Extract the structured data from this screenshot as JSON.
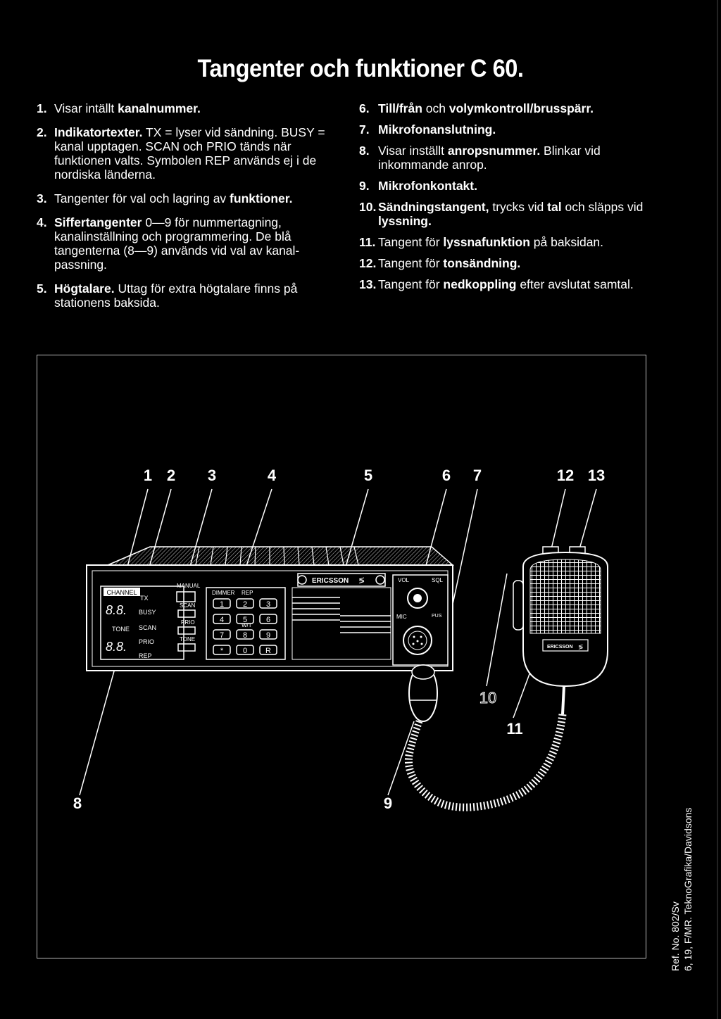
{
  "title": "Tangenter och funktioner C 60.",
  "left_items": [
    {
      "n": "1.",
      "parts": [
        [
          "Visar intällt ",
          false
        ],
        [
          "kanalnummer.",
          true
        ]
      ]
    },
    {
      "n": "2.",
      "parts": [
        [
          "Indikatortexter.",
          true
        ],
        [
          " TX = lyser vid sändning. BUSY = kanal upptagen. SCAN och PRIO tänds när funktionen valts. Symbolen REP används ej i de nordiska länderna.",
          false
        ]
      ]
    },
    {
      "n": "3.",
      "parts": [
        [
          "Tangenter för val och lagring av ",
          false
        ],
        [
          "funktioner.",
          true
        ]
      ]
    },
    {
      "n": "4.",
      "parts": [
        [
          "Siffertangenter",
          true
        ],
        [
          " 0—9 för nummertagning, kanalinställning och programmering. De blå tangenterna (8—9) används vid val av kanal-passning.",
          false
        ]
      ]
    },
    {
      "n": "5.",
      "parts": [
        [
          "Högtalare.",
          true
        ],
        [
          " Uttag för extra högtalare finns på stationens baksida.",
          false
        ]
      ]
    }
  ],
  "right_items": [
    {
      "n": "6.",
      "parts": [
        [
          "Till/från",
          true
        ],
        [
          " och ",
          false
        ],
        [
          "volymkontroll/brusspärr.",
          true
        ]
      ]
    },
    {
      "n": "7.",
      "parts": [
        [
          "Mikrofonanslutning.",
          true
        ]
      ]
    },
    {
      "n": "8.",
      "parts": [
        [
          "Visar inställt ",
          false
        ],
        [
          "anropsnummer.",
          true
        ],
        [
          " Blinkar vid inkommande anrop.",
          false
        ]
      ]
    },
    {
      "n": "9.",
      "parts": [
        [
          "Mikrofonkontakt.",
          true
        ]
      ]
    },
    {
      "n": "10.",
      "parts": [
        [
          "Sändningstangent,",
          true
        ],
        [
          " trycks vid ",
          false
        ],
        [
          "tal",
          true
        ],
        [
          " och släpps vid ",
          false
        ],
        [
          "lyssning.",
          true
        ]
      ]
    },
    {
      "n": "11.",
      "parts": [
        [
          "Tangent för ",
          false
        ],
        [
          "lyssnafunktion",
          true
        ],
        [
          " på baksidan.",
          false
        ]
      ]
    },
    {
      "n": "12.",
      "parts": [
        [
          "Tangent för ",
          false
        ],
        [
          "tonsändning.",
          true
        ]
      ]
    },
    {
      "n": "13.",
      "parts": [
        [
          "Tangent för ",
          false
        ],
        [
          "nedkoppling",
          true
        ],
        [
          " efter avslutat samtal.",
          false
        ]
      ]
    }
  ],
  "callouts": [
    "1",
    "2",
    "3",
    "4",
    "5",
    "6",
    "7",
    "12",
    "13",
    "8",
    "9",
    "10",
    "11"
  ],
  "panel": {
    "channel": "CHANNEL",
    "tone": "TONE",
    "display1": "8.8.",
    "display2": "8.8.",
    "indicators": [
      "TX",
      "BUSY",
      "SCAN",
      "PRIO",
      "REP"
    ],
    "function_keys": [
      "MANUAL",
      "SCAN",
      "PRIO",
      "TONE"
    ],
    "dimmer": "DIMMER",
    "rep": "REP",
    "wt": "W/T",
    "keys": [
      "1",
      "2",
      "3",
      "4",
      "5",
      "6",
      "7",
      "8",
      "9",
      "*",
      "0",
      "R"
    ],
    "brand": "ERICSSON",
    "vol": "VOL",
    "sql": "SQL",
    "mic": "MIC",
    "pus": "PUS",
    "mic_brand": "ERICSSON"
  },
  "ref_line1": "Ref. No. 802/Sv",
  "ref_line2": "6, 19, F/MR. TeknoGrafika/Davidsons"
}
